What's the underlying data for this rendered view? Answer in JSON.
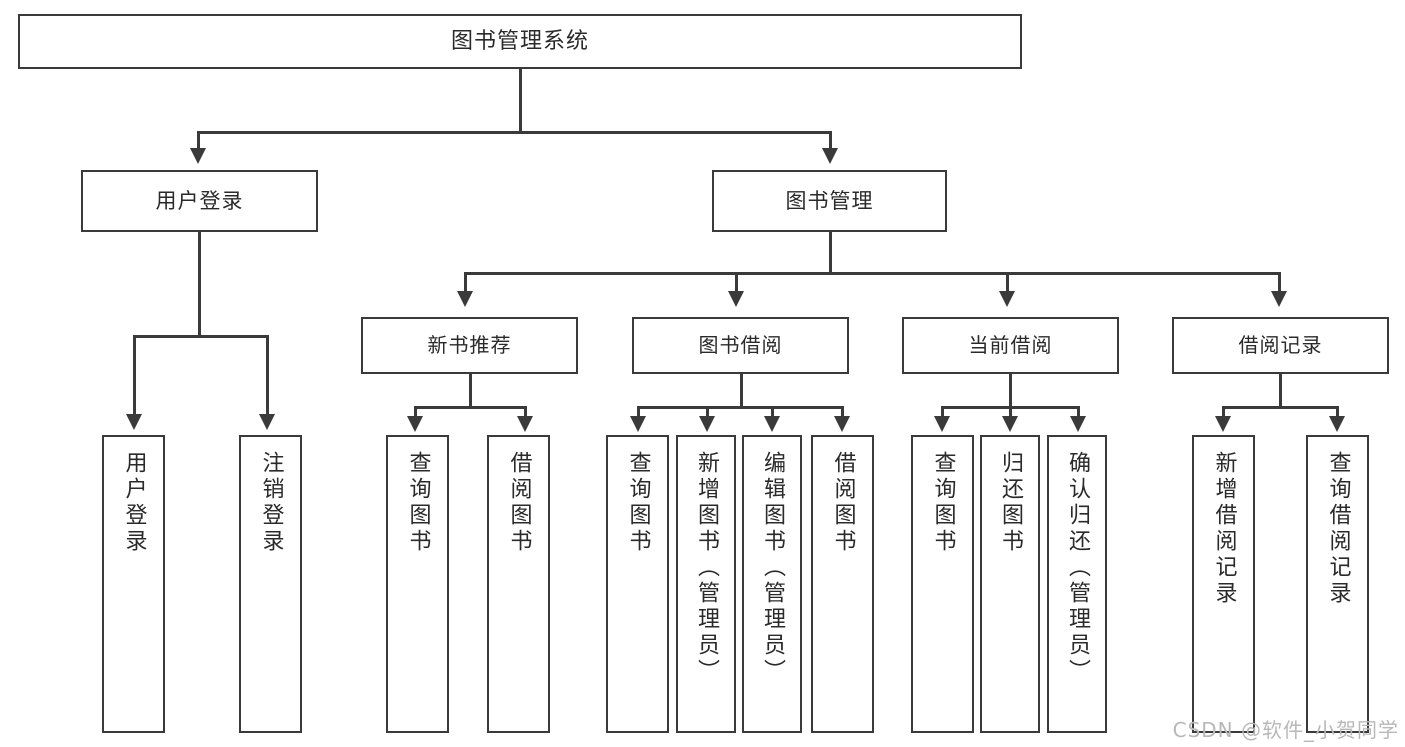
{
  "diagram": {
    "title": "图书管理系统",
    "type": "function-structure-tree",
    "watermark": "CSDN @软件_小贺同学",
    "colors": {
      "stroke": "#3a3a3a",
      "fill": "#ffffff",
      "text": "#2a2a2a",
      "watermark": "#b8b8b8"
    },
    "root": {
      "label": "图书管理系统"
    },
    "level2": [
      {
        "label": "用户登录"
      },
      {
        "label": "图书管理"
      }
    ],
    "level3": [
      {
        "label": "新书推荐"
      },
      {
        "label": "图书借阅"
      },
      {
        "label": "当前借阅"
      },
      {
        "label": "借阅记录"
      }
    ],
    "leaves": {
      "user_login": [
        {
          "label": "用户登录"
        },
        {
          "label": "注销登录"
        }
      ],
      "new_book_recommend": [
        {
          "label": "查询图书"
        },
        {
          "label": "借阅图书"
        }
      ],
      "book_borrow": [
        {
          "label": "查询图书"
        },
        {
          "label": "新增图书（管理员）"
        },
        {
          "label": "编辑图书（管理员）"
        },
        {
          "label": "借阅图书"
        }
      ],
      "current_borrow": [
        {
          "label": "查询图书"
        },
        {
          "label": "归还图书"
        },
        {
          "label": "确认归还（管理员）"
        }
      ],
      "borrow_record": [
        {
          "label": "新增借阅记录"
        },
        {
          "label": "查询借阅记录"
        }
      ]
    }
  }
}
